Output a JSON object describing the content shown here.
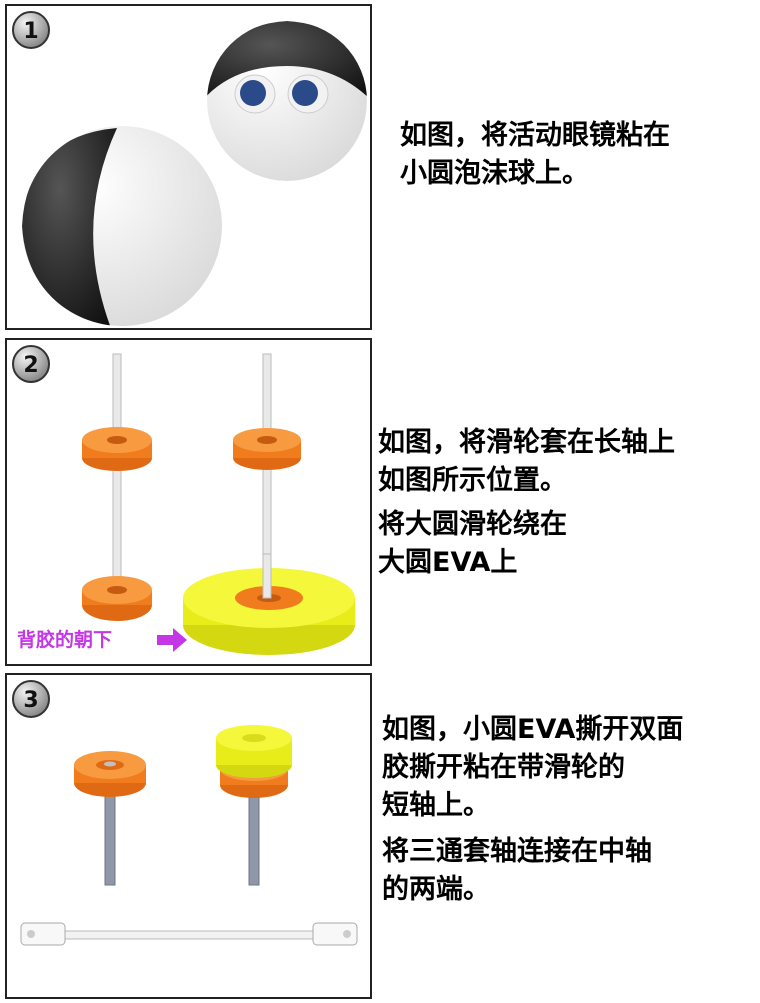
{
  "steps": [
    {
      "number": "1",
      "lines": [
        "如图，将活动眼镜粘在",
        "小圆泡沫球上。"
      ]
    },
    {
      "number": "2",
      "lines": [
        "如图，将滑轮套在长轴上",
        "如图所示位置。",
        "将大圆滑轮绕在",
        "大圆EVA上"
      ],
      "note": "背胶的朝下"
    },
    {
      "number": "3",
      "lines": [
        "如图，小圆EVA撕开双面",
        "胶撕开粘在带滑轮的",
        "短轴上。",
        "将三通套轴连接在中轴",
        "的两端。"
      ]
    }
  ],
  "colors": {
    "orange": "#f07c1e",
    "yellow": "#eef21a",
    "note": "#c437e6",
    "border": "#222222"
  }
}
